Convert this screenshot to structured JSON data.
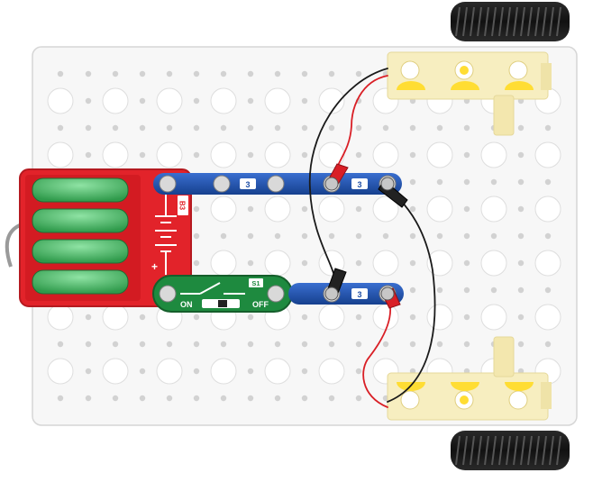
{
  "battery": {
    "label": "B3"
  },
  "switch": {
    "on_label": "ON",
    "off_label": "OFF",
    "part_number": "S1"
  },
  "wire_labels": [
    "3",
    "3",
    "3"
  ],
  "colors": {
    "board": "#f7f7f7",
    "battery_red": "#e2232a",
    "cell_green": "#3fae5a",
    "snap_blue": "#1f4fa6",
    "switch_green": "#1e8a3f",
    "motor_yellow": "#f4e27a",
    "wire_red": "#d91f26",
    "wire_black": "#1a1a1a"
  },
  "icons": [
    "wheel-icon",
    "battery-symbol-icon",
    "switch-lever-icon",
    "snap-connector-icon",
    "motor-icon"
  ]
}
